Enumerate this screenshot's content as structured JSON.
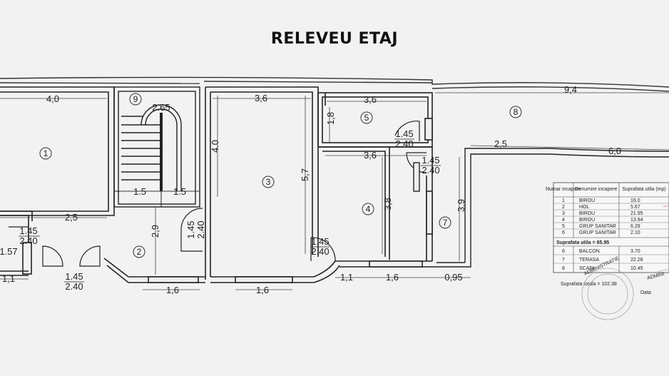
{
  "title": "RELEVEU ETAJ",
  "rooms": {
    "r1": "1",
    "r2": "2",
    "r3": "3",
    "r4": "4",
    "r5": "5",
    "r7": "7",
    "r8": "8",
    "r9": "9"
  },
  "dims": {
    "d_40_top": "4,0",
    "d_36_r3": "3,6",
    "d_36_r5": "3,6",
    "d_94": "9,4",
    "d_265": "2.65",
    "d_18": "1,8",
    "d_40_side": "4.0",
    "d_57": "5,7",
    "d_36_r4": "3,6",
    "d_25_r8": "2,5",
    "d_60": "6,0",
    "d_15_a": "1.5",
    "d_15_b": "1.5",
    "d_38": "3,8",
    "d_39": "3,9",
    "d_25_r1": "2,5",
    "d_29": "2,9",
    "d_16_a": "1,6",
    "d_16_b": "1,6",
    "d_16_c": "1,6",
    "d_095": "0,95",
    "d_11_a": "1,1",
    "d_11_b": "1,1",
    "d_157": "1.57"
  },
  "doors": {
    "a_w": "1.45",
    "a_h": "2.40",
    "b_w": "1.45",
    "b_h": "2.40",
    "c_w": "1.45",
    "c_h": "2.40",
    "d_w": "1.45",
    "d_h": "2.40",
    "e_w": "1.45",
    "e_h": "2.40",
    "f_w": "1.45",
    "f_h": "2.40"
  },
  "table": {
    "headers": [
      "Numar incapere",
      "Denumire incapere",
      "Suprafata utila (mp)"
    ],
    "rows": [
      [
        "1",
        "BIROU",
        "16.0"
      ],
      [
        "2",
        "HOL",
        "5.67"
      ],
      [
        "3",
        "BIROU",
        "21.95"
      ],
      [
        "4",
        "BIROU",
        "13.94"
      ],
      [
        "5",
        "GRUP SANITAR",
        "6.29"
      ],
      [
        "6",
        "GRUP SANITAR",
        "2.10"
      ]
    ],
    "subtotal": "Suprafata utila = 65.95",
    "extra_rows": [
      [
        "6",
        "BALCON",
        "3.70"
      ],
      [
        "7",
        "TERASA",
        "22.28"
      ],
      [
        "8",
        "SCARI",
        "10.45"
      ]
    ],
    "total": "Suprafata totala = 102.38",
    "stamp_a": "ADMINISTRATIE",
    "stamp_b": "Data",
    "stamp_c": "ADMINI"
  }
}
